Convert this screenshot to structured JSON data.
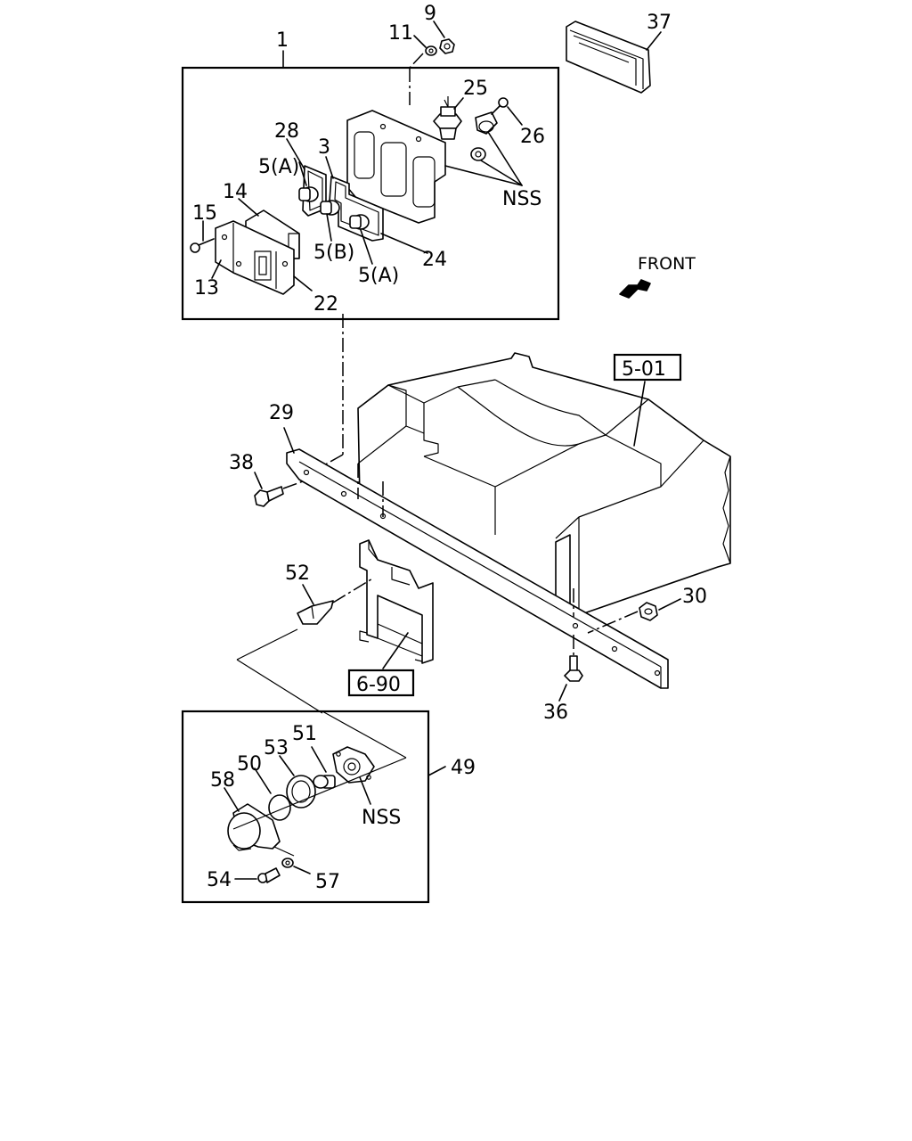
{
  "labels": {
    "p1": "1",
    "p9": "9",
    "p11": "11",
    "p37": "37",
    "p25": "25",
    "p26": "26",
    "p28": "28",
    "p3": "3",
    "p5a_top": "5(A)",
    "p14": "14",
    "p15": "15",
    "p5b": "5(B)",
    "p24": "24",
    "p5a_bottom": "5(A)",
    "p13": "13",
    "p22": "22",
    "nss_top": "NSS",
    "front": "FRONT",
    "p29": "29",
    "p38": "38",
    "p52": "52",
    "p30": "30",
    "p36": "36",
    "p49": "49",
    "p58": "58",
    "p50": "50",
    "p53": "53",
    "p51": "51",
    "nss_bottom": "NSS",
    "p54": "54",
    "p57": "57"
  },
  "references": {
    "ref_501": "5-01",
    "ref_690": "6-90"
  }
}
